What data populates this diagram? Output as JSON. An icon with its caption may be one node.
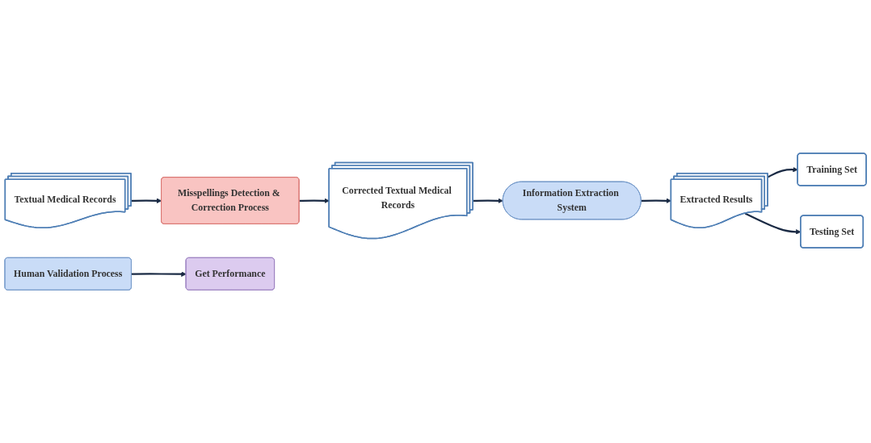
{
  "diagram": {
    "nodes": [
      {
        "text": [
          "Textual Medical Records"
        ]
      },
      {
        "text": [
          "Misspellings Detection & Correction Process"
        ]
      },
      {
        "text": [
          "Corrected Textual Medical Records"
        ]
      },
      {
        "text": [
          "Information Extraction System"
        ]
      },
      {
        "text": [
          "Extracted Results"
        ]
      },
      {
        "text": [
          "Training Set"
        ]
      },
      {
        "text": [
          "Testing Set"
        ]
      },
      {
        "text": [
          "Human Validation Process"
        ]
      },
      {
        "text": [
          "Get Performance"
        ]
      }
    ],
    "edges": [
      {
        "from": 0,
        "to": 1,
        "arrow": "to"
      },
      {
        "from": 1,
        "to": 2,
        "arrow": "to"
      },
      {
        "from": 2,
        "to": 3,
        "arrow": "to"
      },
      {
        "from": 3,
        "to": 4,
        "arrow": "to"
      },
      {
        "from": 4,
        "to": 5,
        "arrow": "to"
      },
      {
        "from": 4,
        "to": 6,
        "arrow": "to"
      },
      {
        "from": 7,
        "to": 8,
        "arrow": "to"
      }
    ]
  }
}
